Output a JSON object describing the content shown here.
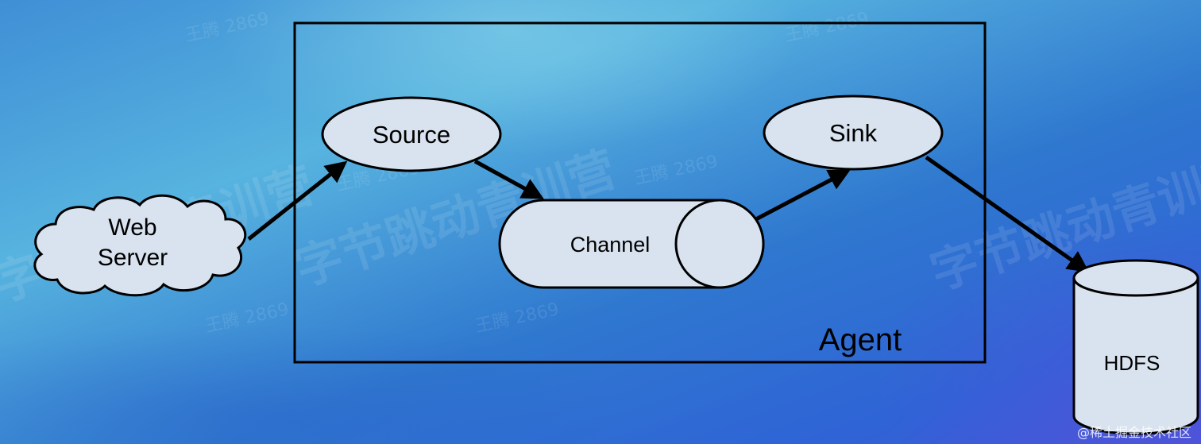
{
  "nodes": {
    "web_server": {
      "line1": "Web",
      "line2": "Server"
    },
    "source": "Source",
    "channel": "Channel",
    "sink": "Sink",
    "hdfs": "HDFS",
    "agent": "Agent"
  },
  "watermarks": [
    "王腾 2869",
    "字节跳动青训营"
  ],
  "credit": "@稀土掘金技术社区",
  "colors": {
    "node_fill": "#d9e3ef",
    "stroke": "#000000"
  }
}
